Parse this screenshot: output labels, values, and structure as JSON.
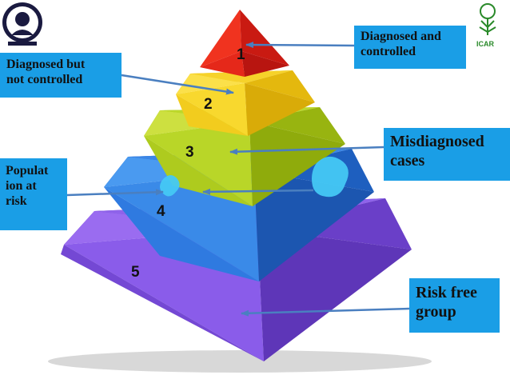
{
  "pyramid": {
    "levels": [
      {
        "number": "1",
        "color": "#e8231a"
      },
      {
        "number": "2",
        "color": "#f5d21a"
      },
      {
        "number": "3",
        "color": "#b5d21c"
      },
      {
        "number": "4",
        "color": "#2a7fe0"
      },
      {
        "number": "5",
        "color": "#8b5ee8"
      }
    ]
  },
  "callouts": {
    "diagnosed_controlled": "Diagnosed and\ncontrolled",
    "diagnosed_not_controlled": "Diagnosed but\nnot controlled",
    "misdiagnosed": "Misdiagnosed\ncases",
    "population_at_risk": "Populat\nion at\nrisk",
    "risk_free": "Risk free\ngroup"
  },
  "colors": {
    "callout_bg": "#1a9ee6",
    "arrow": "#4a7fc0"
  },
  "logos": {
    "left": "ivri-logo",
    "right_text": "ICAR"
  }
}
